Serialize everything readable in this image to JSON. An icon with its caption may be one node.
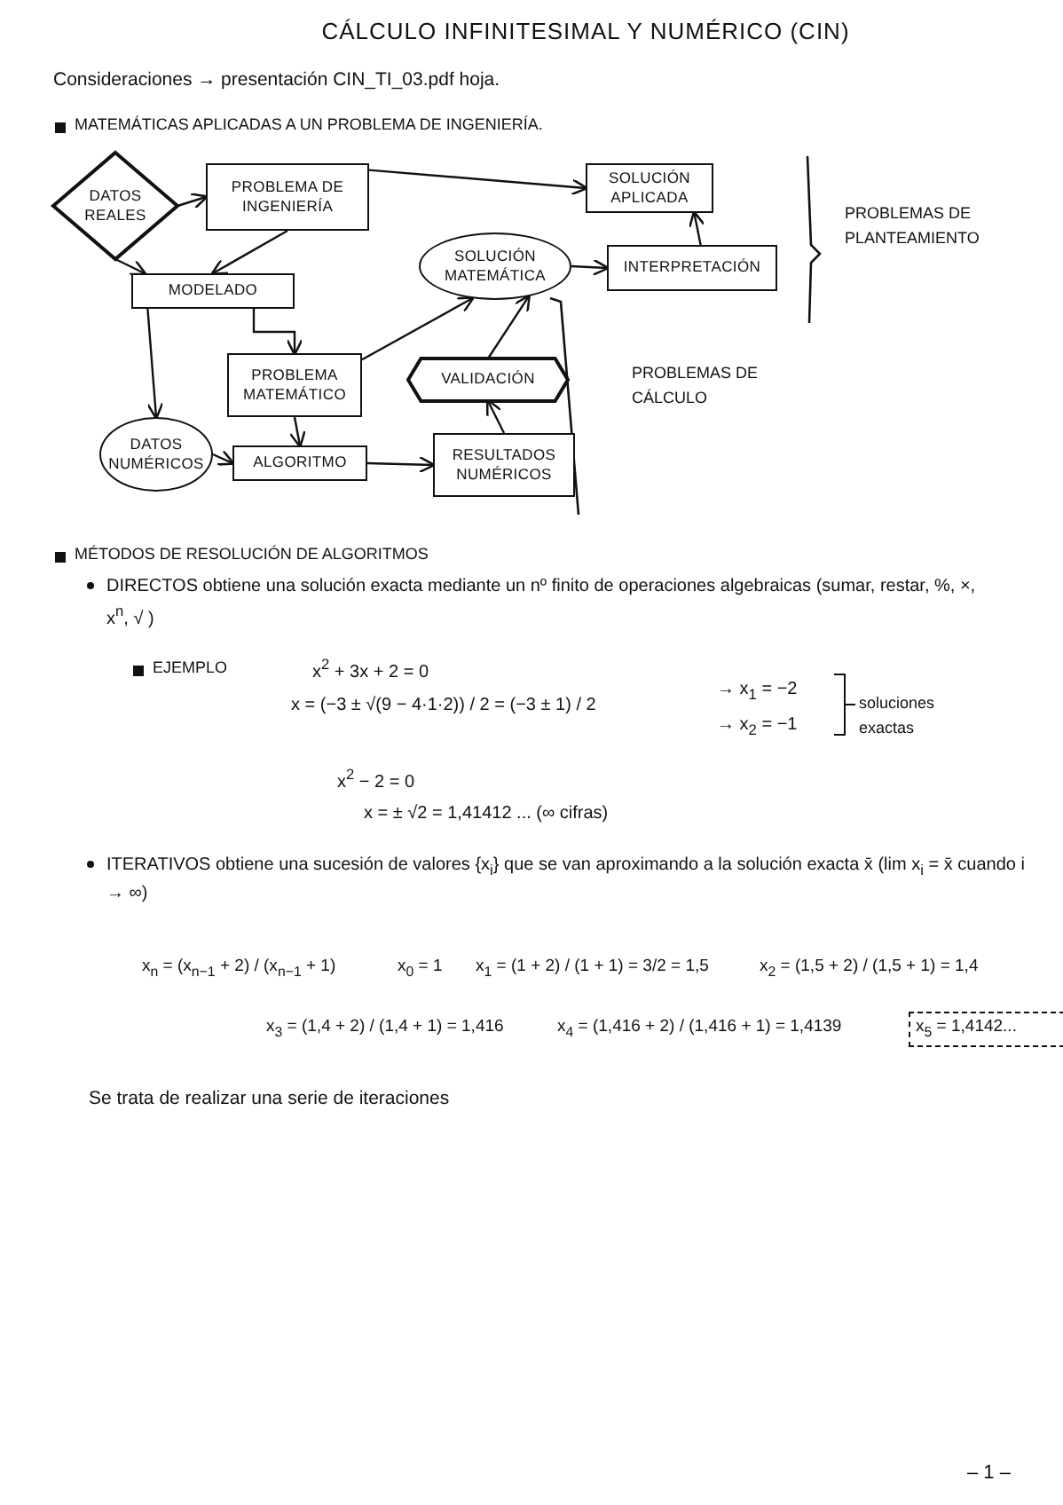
{
  "diagram": {
    "title": "CÁLCULO INFINITESIMAL Y NUMÉRICO (CIN)",
    "nodes": [
      {
        "text": [
          "DATOS REALES"
        ]
      },
      {
        "text": [
          "PROBLEMA DE INGENIERÍA"
        ]
      },
      {
        "text": [
          "SOLUCIÓN APLICADA"
        ]
      },
      {
        "text": [
          "MODELADO"
        ]
      },
      {
        "text": [
          "SOLUCIÓN MATEMÁTICA"
        ]
      },
      {
        "text": [
          "INTERPRETACIÓN"
        ]
      },
      {
        "text": [
          "PROBLEMA MATEMÁTICO"
        ]
      },
      {
        "text": [
          "VALIDACIÓN"
        ]
      },
      {
        "text": [
          "DATOS NUMÉRICOS"
        ]
      },
      {
        "text": [
          "ALGORITMO"
        ]
      },
      {
        "text": [
          "RESULTADOS NUMÉRICOS"
        ]
      }
    ],
    "edges": [
      {
        "from": 0,
        "to": 1,
        "arrow": "to"
      },
      {
        "from": 1,
        "to": 2,
        "arrow": "to"
      },
      {
        "from": 1,
        "to": 3,
        "arrow": "to"
      },
      {
        "from": 0,
        "to": 3,
        "arrow": "to"
      },
      {
        "from": 3,
        "to": 6,
        "arrow": "to"
      },
      {
        "from": 3,
        "to": 8,
        "arrow": "to"
      },
      {
        "from": 6,
        "to": 4,
        "arrow": "to"
      },
      {
        "from": 4,
        "to": 5,
        "arrow": "to"
      },
      {
        "from": 5,
        "to": 2,
        "arrow": "to"
      },
      {
        "from": 6,
        "to": 9,
        "arrow": "to"
      },
      {
        "from": 8,
        "to": 9,
        "arrow": "to"
      },
      {
        "from": 9,
        "to": 10,
        "arrow": "to"
      },
      {
        "from": 10,
        "to": 7,
        "arrow": "to"
      },
      {
        "from": 7,
        "to": 4,
        "arrow": "to"
      }
    ],
    "labels": [
      "Consideraciones → presentación CIN_TI_03.pdf hoja.",
      "MATEMÁTICAS APLICADAS A UN PROBLEMA DE INGENIERÍA.",
      "PROBLEMAS DE PLANTEAMIENTO",
      "PROBLEMAS DE CÁLCULO",
      "MÉTODOS DE RESOLUCIÓN DE ALGORITMOS",
      "DIRECTOS obtiene una solución exacta mediante un nº finito de operaciones algebraicas (sumar, restar, %, ×, x$^{n}$, √ )",
      "EJEMPLO",
      "x$^{2}$ + 3x + 2 = 0",
      "x = (−3 ± √(9 − 4·1·2)) / 2 = (−3 ± 1) / 2",
      "→ x$_{1}$ = −2",
      "→ x$_{2}$ = −1",
      "soluciones exactas",
      "x$^{2}$ − 2 = 0",
      "x = ± √2 = 1,41412 ... (∞ cifras)",
      "ITERATIVOS obtiene una sucesión de valores {x$_{i}$} que se van aproximando a la solución exacta x̄ (lim x$_{i}$ = x̄ cuando i → ∞)",
      "x$_{n}$ = (x$_{n−1}$ + 2) / (x$_{n−1}$ + 1)",
      "x$_{0}$ = 1",
      "x$_{1}$ = (1 + 2) / (1 + 1) = 3/2 = 1,5",
      "x$_{2}$ = (1,5 + 2) / (1,5 + 1) = 1,4",
      "x$_{3}$ = (1,4 + 2) / (1,4 + 1) = 1,416",
      "x$_{4}$ = (1,416 + 2) / (1,416 + 1) = 1,4139",
      "x$_{5}$ = 1,4142...",
      "Se trata de realizar una serie de iteraciones",
      "– 1 –"
    ]
  }
}
